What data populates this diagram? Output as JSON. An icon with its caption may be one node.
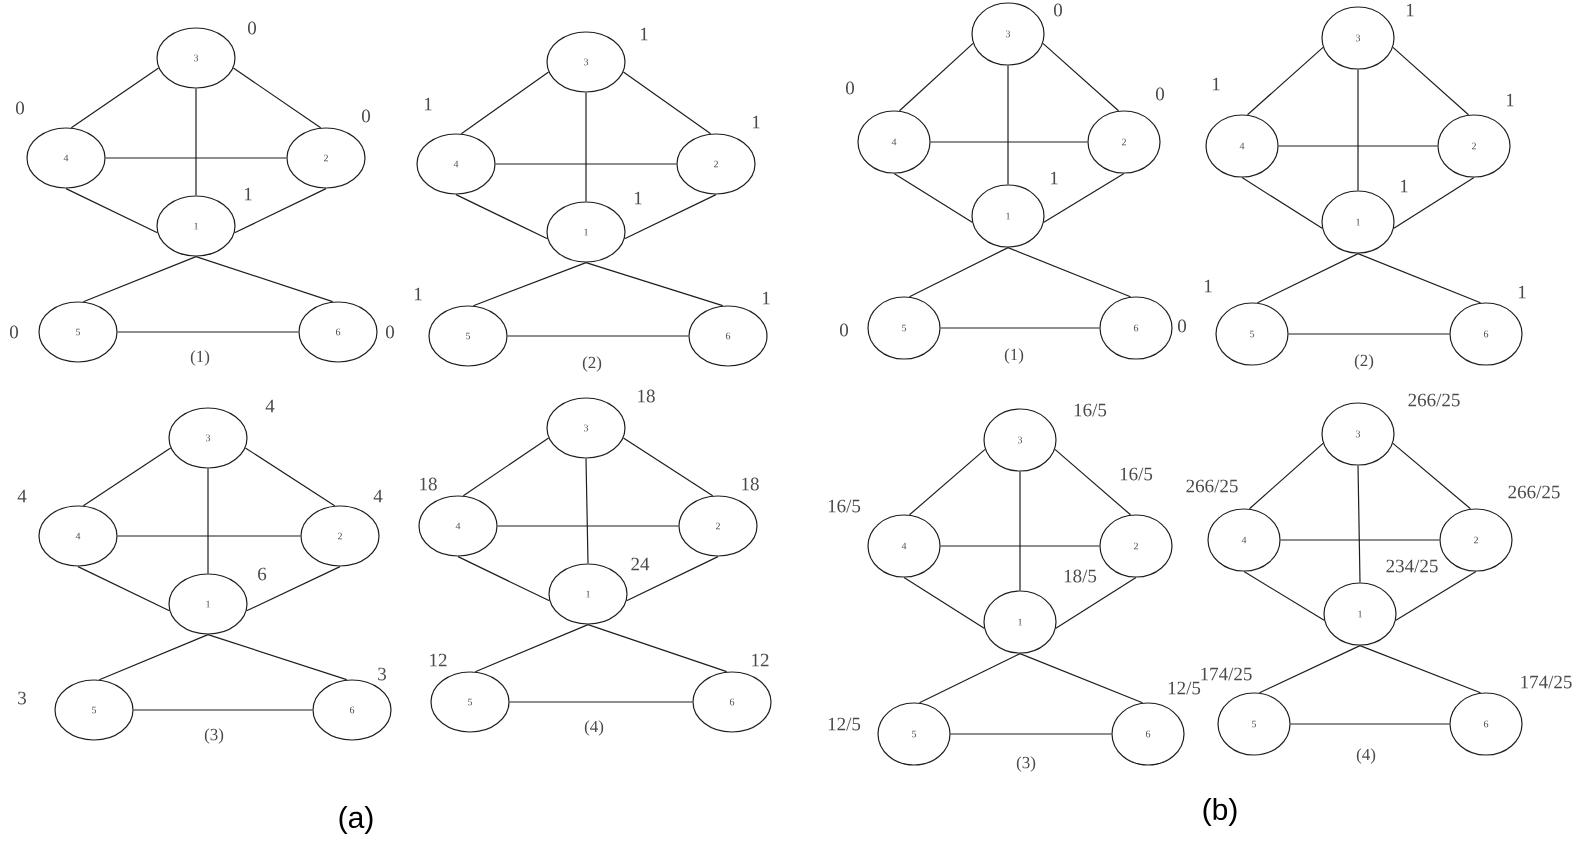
{
  "diagram": {
    "nodes": [
      {
        "text": [
          "3"
        ],
        "beside": [
          "0"
        ]
      },
      {
        "text": [
          "4"
        ],
        "beside": [
          "0"
        ]
      },
      {
        "text": [
          "2"
        ],
        "beside": [
          "0"
        ]
      },
      {
        "text": [
          "1"
        ],
        "beside": [
          "1"
        ]
      },
      {
        "text": [
          "5"
        ],
        "beside": [
          "0"
        ]
      },
      {
        "text": [
          "6"
        ],
        "beside": [
          "0"
        ]
      },
      {
        "text": [
          "3"
        ],
        "beside": [
          "1"
        ]
      },
      {
        "text": [
          "4"
        ],
        "beside": [
          "1"
        ]
      },
      {
        "text": [
          "2"
        ],
        "beside": [
          "1"
        ]
      },
      {
        "text": [
          "1"
        ],
        "beside": [
          "1"
        ]
      },
      {
        "text": [
          "5"
        ],
        "beside": [
          "1"
        ]
      },
      {
        "text": [
          "6"
        ],
        "beside": [
          "1"
        ]
      },
      {
        "text": [
          "3"
        ],
        "beside": [
          "4"
        ]
      },
      {
        "text": [
          "4"
        ],
        "beside": [
          "4"
        ]
      },
      {
        "text": [
          "2"
        ],
        "beside": [
          "4"
        ]
      },
      {
        "text": [
          "1"
        ],
        "beside": [
          "6"
        ]
      },
      {
        "text": [
          "5"
        ],
        "beside": [
          "3"
        ]
      },
      {
        "text": [
          "6"
        ],
        "beside": [
          "3"
        ]
      },
      {
        "text": [
          "3"
        ],
        "beside": [
          "18"
        ]
      },
      {
        "text": [
          "4"
        ],
        "beside": [
          "18"
        ]
      },
      {
        "text": [
          "2"
        ],
        "beside": [
          "18"
        ]
      },
      {
        "text": [
          "1"
        ],
        "beside": [
          "24"
        ]
      },
      {
        "text": [
          "5"
        ],
        "beside": [
          "12"
        ]
      },
      {
        "text": [
          "6"
        ],
        "beside": [
          "12"
        ]
      },
      {
        "text": [
          "3"
        ],
        "beside": [
          "0"
        ]
      },
      {
        "text": [
          "4"
        ],
        "beside": [
          "0"
        ]
      },
      {
        "text": [
          "2"
        ],
        "beside": [
          "0"
        ]
      },
      {
        "text": [
          "1"
        ],
        "beside": [
          "1"
        ]
      },
      {
        "text": [
          "5"
        ],
        "beside": [
          "0"
        ]
      },
      {
        "text": [
          "6"
        ],
        "beside": [
          "0"
        ]
      },
      {
        "text": [
          "3"
        ],
        "beside": [
          "1"
        ]
      },
      {
        "text": [
          "4"
        ],
        "beside": [
          "1"
        ]
      },
      {
        "text": [
          "2"
        ],
        "beside": [
          "1"
        ]
      },
      {
        "text": [
          "1"
        ],
        "beside": [
          "1"
        ]
      },
      {
        "text": [
          "5"
        ],
        "beside": [
          "1"
        ]
      },
      {
        "text": [
          "6"
        ],
        "beside": [
          "1"
        ]
      },
      {
        "text": [
          "3"
        ],
        "beside": [
          "16/5"
        ]
      },
      {
        "text": [
          "4"
        ],
        "beside": [
          "16/5"
        ]
      },
      {
        "text": [
          "2"
        ],
        "beside": [
          "16/5"
        ]
      },
      {
        "text": [
          "1"
        ],
        "beside": [
          "18/5"
        ]
      },
      {
        "text": [
          "5"
        ],
        "beside": [
          "12/5"
        ]
      },
      {
        "text": [
          "6"
        ],
        "beside": [
          "12/5"
        ]
      },
      {
        "text": [
          "3"
        ],
        "beside": [
          "266/25"
        ]
      },
      {
        "text": [
          "4"
        ],
        "beside": [
          "266/25"
        ]
      },
      {
        "text": [
          "2"
        ],
        "beside": [
          "266/25"
        ]
      },
      {
        "text": [
          "1"
        ],
        "beside": [
          "234/25"
        ]
      },
      {
        "text": [
          "5"
        ],
        "beside": [
          "174/25"
        ]
      },
      {
        "text": [
          "6"
        ],
        "beside": [
          "174/25"
        ]
      }
    ],
    "edges": [
      {
        "from": 0,
        "to": 1,
        "arrow": "none"
      },
      {
        "from": 0,
        "to": 2,
        "arrow": "none"
      },
      {
        "from": 0,
        "to": 3,
        "arrow": "none"
      },
      {
        "from": 1,
        "to": 2,
        "arrow": "none"
      },
      {
        "from": 1,
        "to": 3,
        "arrow": "none"
      },
      {
        "from": 2,
        "to": 3,
        "arrow": "none"
      },
      {
        "from": 3,
        "to": 4,
        "arrow": "none"
      },
      {
        "from": 3,
        "to": 5,
        "arrow": "none"
      },
      {
        "from": 4,
        "to": 5,
        "arrow": "none"
      },
      {
        "from": 6,
        "to": 7,
        "arrow": "none"
      },
      {
        "from": 6,
        "to": 8,
        "arrow": "none"
      },
      {
        "from": 6,
        "to": 9,
        "arrow": "none"
      },
      {
        "from": 7,
        "to": 8,
        "arrow": "none"
      },
      {
        "from": 7,
        "to": 9,
        "arrow": "none"
      },
      {
        "from": 8,
        "to": 9,
        "arrow": "none"
      },
      {
        "from": 9,
        "to": 10,
        "arrow": "none"
      },
      {
        "from": 9,
        "to": 11,
        "arrow": "none"
      },
      {
        "from": 10,
        "to": 11,
        "arrow": "none"
      },
      {
        "from": 12,
        "to": 13,
        "arrow": "none"
      },
      {
        "from": 12,
        "to": 14,
        "arrow": "none"
      },
      {
        "from": 12,
        "to": 15,
        "arrow": "none"
      },
      {
        "from": 13,
        "to": 14,
        "arrow": "none"
      },
      {
        "from": 13,
        "to": 15,
        "arrow": "none"
      },
      {
        "from": 14,
        "to": 15,
        "arrow": "none"
      },
      {
        "from": 15,
        "to": 16,
        "arrow": "none"
      },
      {
        "from": 15,
        "to": 17,
        "arrow": "none"
      },
      {
        "from": 16,
        "to": 17,
        "arrow": "none"
      },
      {
        "from": 18,
        "to": 19,
        "arrow": "none"
      },
      {
        "from": 18,
        "to": 20,
        "arrow": "none"
      },
      {
        "from": 18,
        "to": 21,
        "arrow": "none"
      },
      {
        "from": 19,
        "to": 20,
        "arrow": "none"
      },
      {
        "from": 19,
        "to": 21,
        "arrow": "none"
      },
      {
        "from": 20,
        "to": 21,
        "arrow": "none"
      },
      {
        "from": 21,
        "to": 22,
        "arrow": "none"
      },
      {
        "from": 21,
        "to": 23,
        "arrow": "none"
      },
      {
        "from": 22,
        "to": 23,
        "arrow": "none"
      },
      {
        "from": 24,
        "to": 25,
        "arrow": "none"
      },
      {
        "from": 24,
        "to": 26,
        "arrow": "none"
      },
      {
        "from": 24,
        "to": 27,
        "arrow": "none"
      },
      {
        "from": 25,
        "to": 26,
        "arrow": "none"
      },
      {
        "from": 25,
        "to": 27,
        "arrow": "none"
      },
      {
        "from": 26,
        "to": 27,
        "arrow": "none"
      },
      {
        "from": 27,
        "to": 28,
        "arrow": "none"
      },
      {
        "from": 27,
        "to": 29,
        "arrow": "none"
      },
      {
        "from": 28,
        "to": 29,
        "arrow": "none"
      },
      {
        "from": 30,
        "to": 31,
        "arrow": "none"
      },
      {
        "from": 30,
        "to": 32,
        "arrow": "none"
      },
      {
        "from": 30,
        "to": 33,
        "arrow": "none"
      },
      {
        "from": 31,
        "to": 32,
        "arrow": "none"
      },
      {
        "from": 31,
        "to": 33,
        "arrow": "none"
      },
      {
        "from": 32,
        "to": 33,
        "arrow": "none"
      },
      {
        "from": 33,
        "to": 34,
        "arrow": "none"
      },
      {
        "from": 33,
        "to": 35,
        "arrow": "none"
      },
      {
        "from": 34,
        "to": 35,
        "arrow": "none"
      },
      {
        "from": 36,
        "to": 37,
        "arrow": "none"
      },
      {
        "from": 36,
        "to": 38,
        "arrow": "none"
      },
      {
        "from": 36,
        "to": 39,
        "arrow": "none"
      },
      {
        "from": 37,
        "to": 38,
        "arrow": "none"
      },
      {
        "from": 37,
        "to": 39,
        "arrow": "none"
      },
      {
        "from": 38,
        "to": 39,
        "arrow": "none"
      },
      {
        "from": 39,
        "to": 40,
        "arrow": "none"
      },
      {
        "from": 39,
        "to": 41,
        "arrow": "none"
      },
      {
        "from": 40,
        "to": 41,
        "arrow": "none"
      },
      {
        "from": 42,
        "to": 43,
        "arrow": "none"
      },
      {
        "from": 42,
        "to": 44,
        "arrow": "none"
      },
      {
        "from": 42,
        "to": 45,
        "arrow": "none"
      },
      {
        "from": 43,
        "to": 44,
        "arrow": "none"
      },
      {
        "from": 43,
        "to": 45,
        "arrow": "none"
      },
      {
        "from": 44,
        "to": 45,
        "arrow": "none"
      },
      {
        "from": 45,
        "to": 46,
        "arrow": "none"
      },
      {
        "from": 45,
        "to": 47,
        "arrow": "none"
      },
      {
        "from": 46,
        "to": 47,
        "arrow": "none"
      }
    ],
    "labels": [
      "(1)",
      "(2)",
      "(3)",
      "(4)",
      "(a)",
      "(1)",
      "(2)",
      "(3)",
      "(4)",
      "(b)"
    ]
  }
}
